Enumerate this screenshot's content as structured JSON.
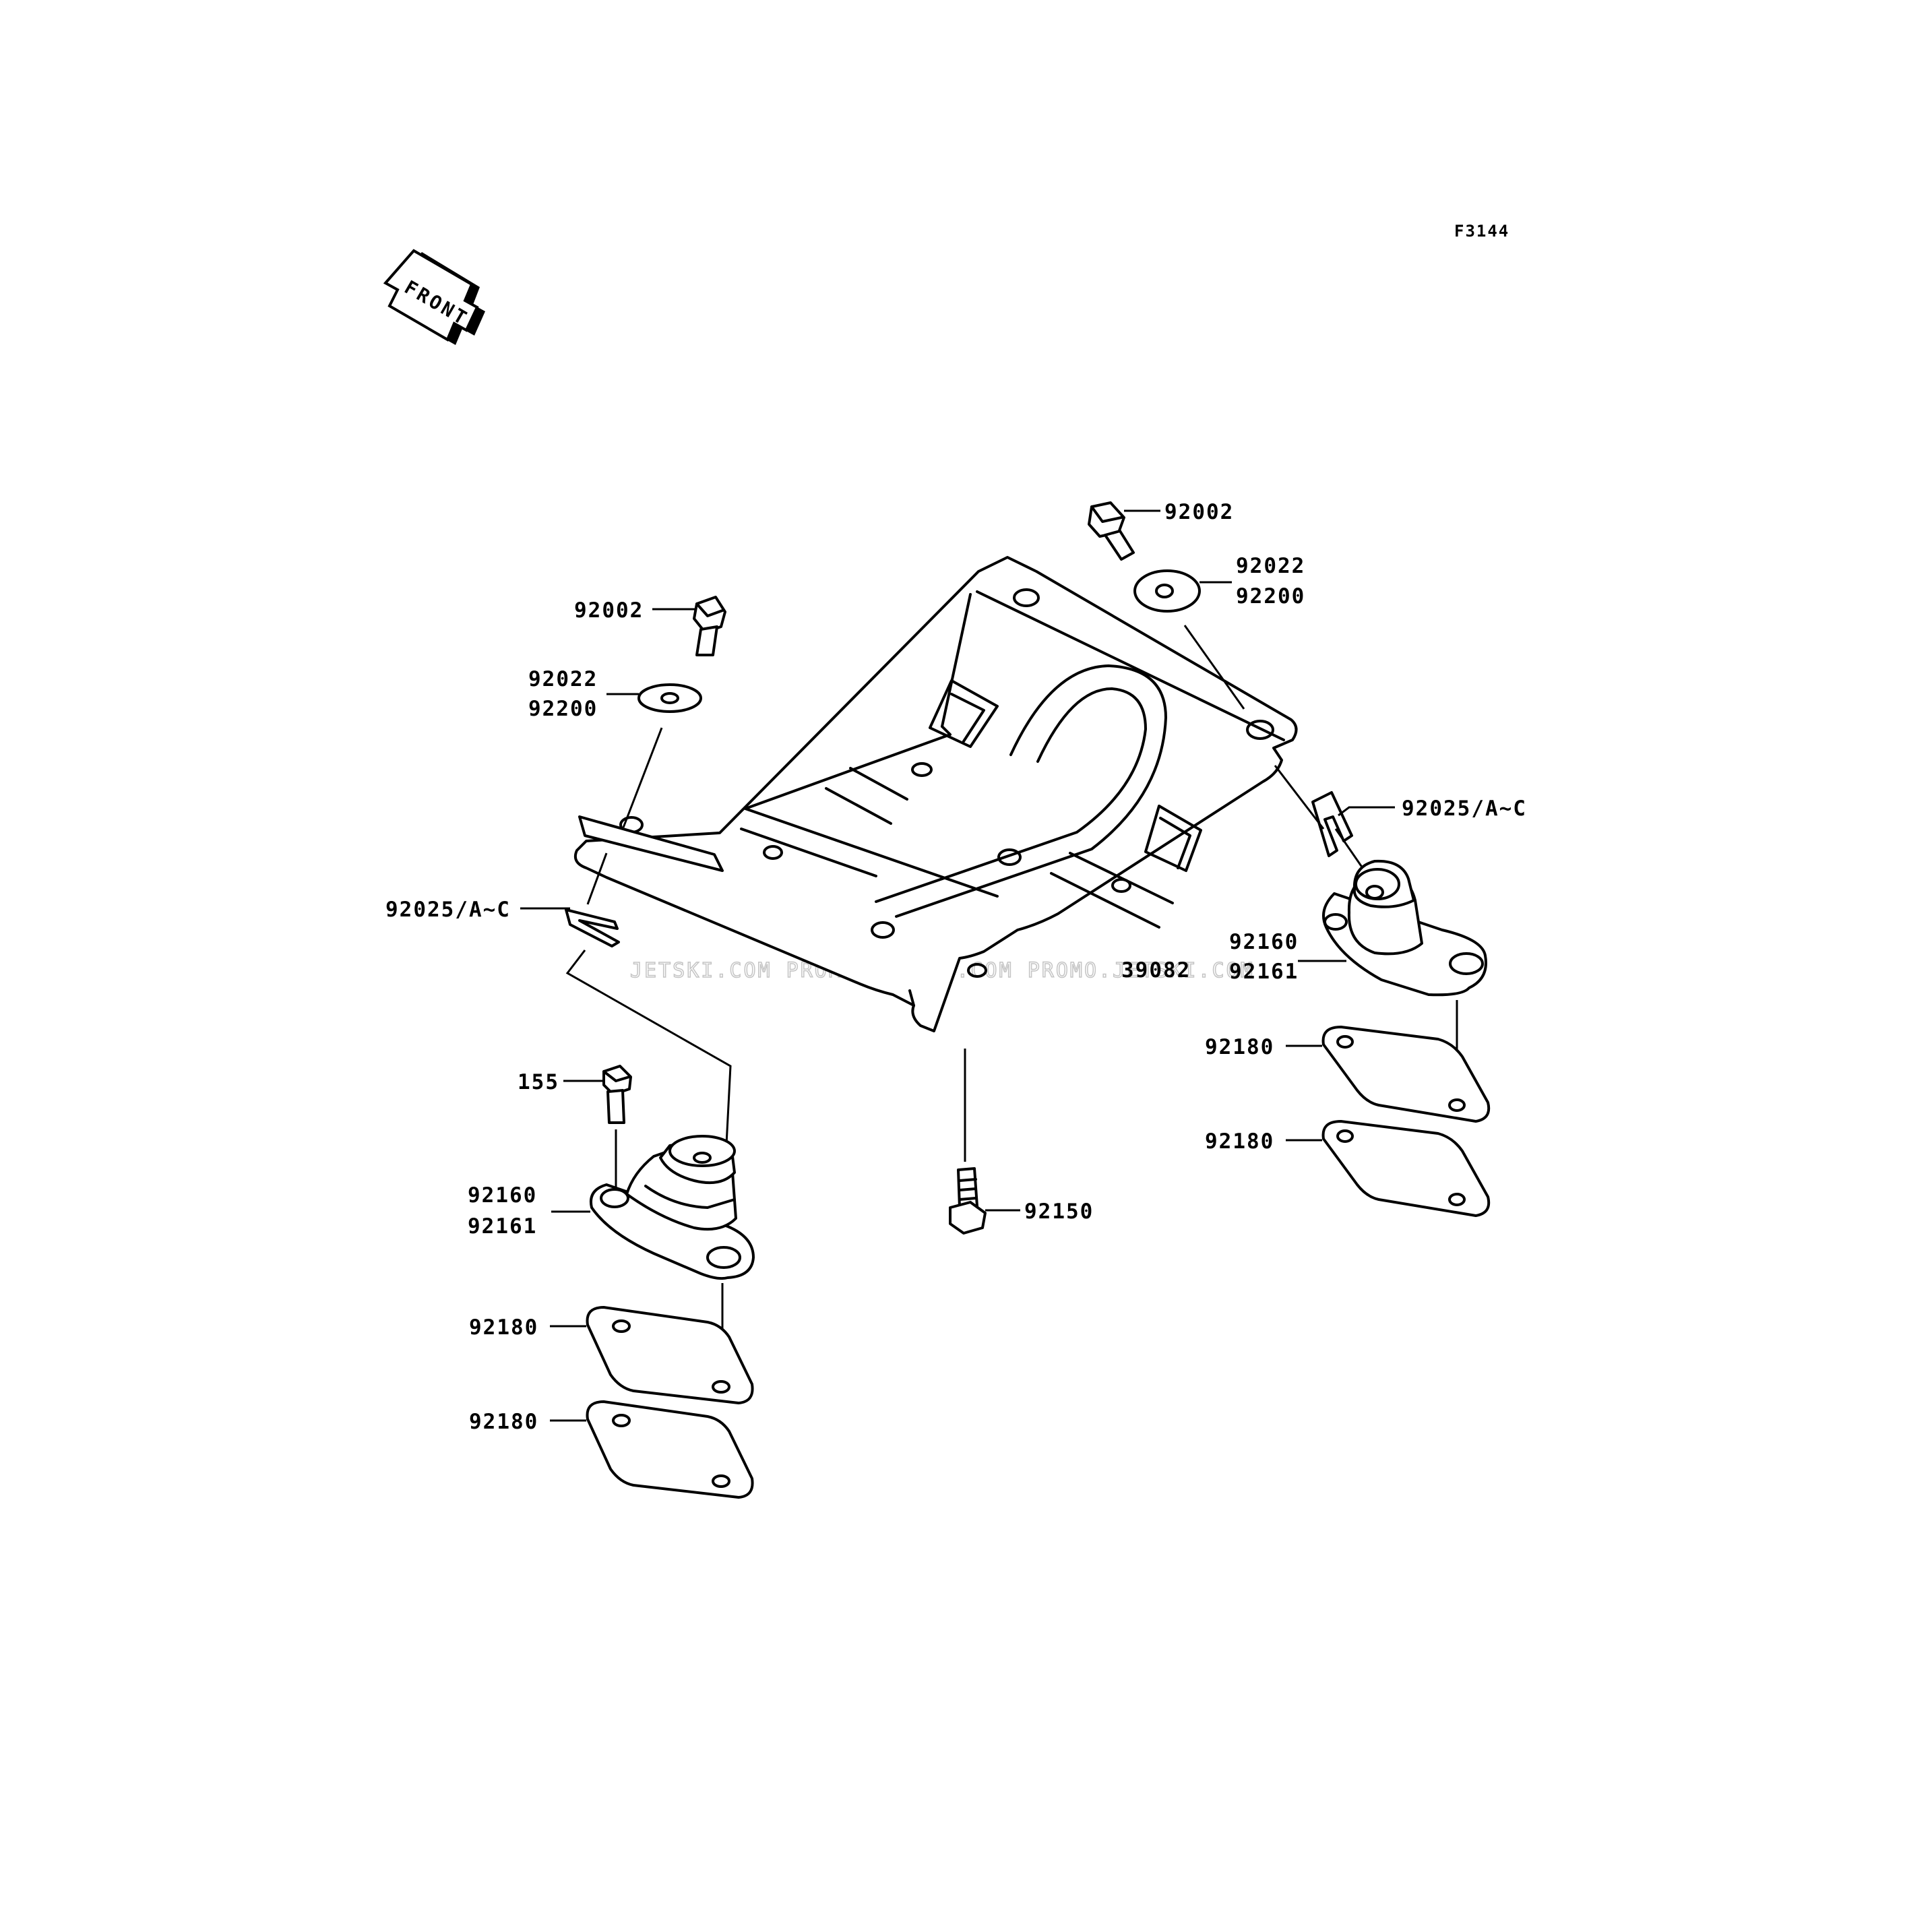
{
  "figure_code": "F3144",
  "front_label": "FRONT",
  "watermark": "JETSKI.COM  PROMO.JETSKI.COM  PROMO.JETSKI.COM",
  "labels": {
    "bolt_top_right": "92002",
    "washer_top_right_a": "92022",
    "washer_top_right_b": "92200",
    "bolt_top_left": "92002",
    "washer_top_left_a": "92022",
    "washer_top_left_b": "92200",
    "shim_right": "92025/A~C",
    "shim_left": "92025/A~C",
    "mount_right_a": "92160",
    "mount_right_b": "92161",
    "bed_plate": "39082",
    "spacer_right_1": "92180",
    "spacer_right_2": "92180",
    "bolt_155": "155",
    "mount_left_a": "92160",
    "mount_left_b": "92161",
    "bolt_center": "92150",
    "spacer_left_1": "92180",
    "spacer_left_2": "92180"
  }
}
